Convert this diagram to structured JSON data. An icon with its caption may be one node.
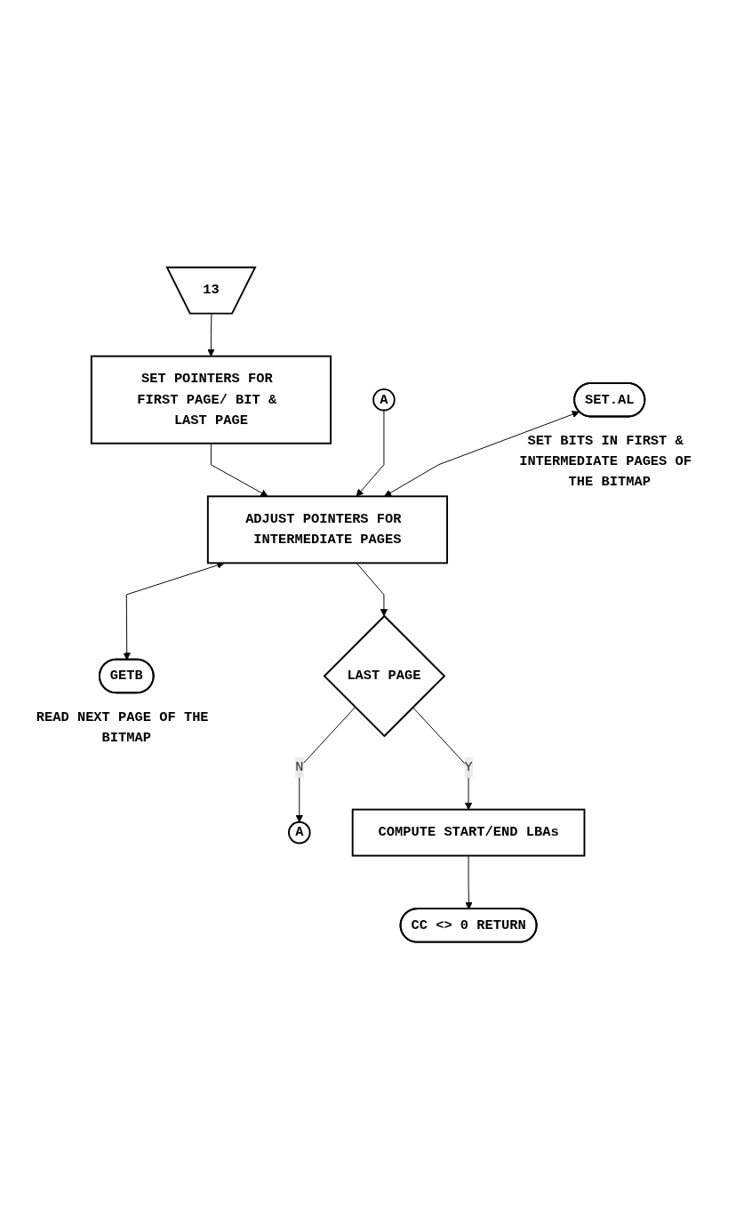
{
  "diagram": {
    "nodes": [
      {
        "text": [
          "13"
        ]
      },
      {
        "text": [
          "SET POINTERS FOR FIRST PAGE/ BIT & LAST PAGE"
        ]
      },
      {
        "text": [
          "A"
        ]
      },
      {
        "text": [
          "SET.AL"
        ],
        "beside": [
          "SET BITS IN FIRST & INTERMEDIATE PAGES OF THE BITMAP"
        ]
      },
      {
        "text": [
          "ADJUST POINTERS FOR INTERMEDIATE PAGES"
        ]
      },
      {
        "text": [
          "GETB"
        ],
        "beside": [
          "READ NEXT PAGE OF THE BITMAP"
        ]
      },
      {
        "text": [
          "LAST PAGE"
        ]
      },
      {
        "text": [
          "A"
        ]
      },
      {
        "text": [
          "COMPUTE START/END LBAs"
        ]
      },
      {
        "text": [
          "CC <> 0 RETURN"
        ]
      }
    ],
    "edges": [
      {
        "from": 0,
        "to": 1,
        "arrow": "to"
      },
      {
        "from": 1,
        "to": 4,
        "arrow": "to"
      },
      {
        "from": 2,
        "to": 4,
        "arrow": "to"
      },
      {
        "from": 3,
        "to": 4,
        "arrow": "both"
      },
      {
        "from": 4,
        "to": 5,
        "arrow": "both"
      },
      {
        "from": 4,
        "to": 6,
        "arrow": "to"
      },
      {
        "from": 6,
        "to": 7,
        "label": "N",
        "arrow": "to"
      },
      {
        "from": 6,
        "to": 8,
        "label": "Y",
        "arrow": "to"
      },
      {
        "from": 8,
        "to": 9,
        "arrow": "to"
      }
    ]
  }
}
